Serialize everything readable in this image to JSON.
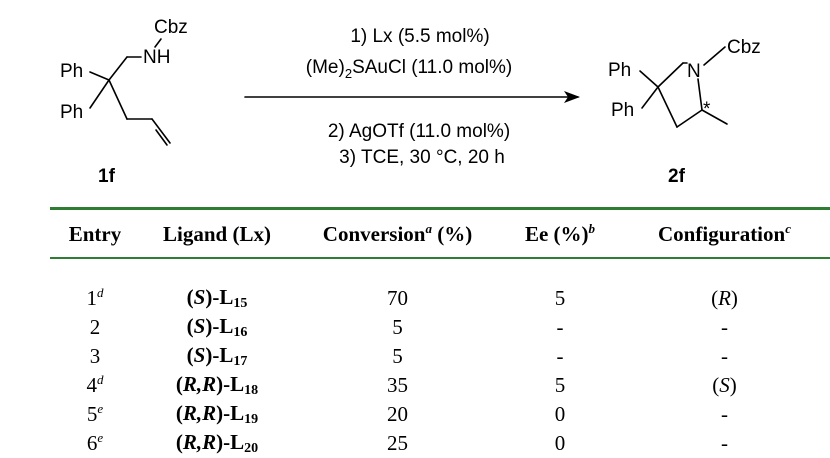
{
  "scheme": {
    "reactant": {
      "protecting_group": "Cbz",
      "amine": "NH",
      "phenyl_1": "Ph",
      "phenyl_2": "Ph",
      "label": "1f"
    },
    "conditions_above": [
      "1) Lx (5.5 mol%)",
      "(Me)",
      "2",
      "SAuCl  (11.0 mol%)"
    ],
    "conditions_below": [
      "2) AgOTf (11.0 mol%)",
      "3) TCE, 30 °C, 20 h"
    ],
    "product": {
      "nitrogen": "N",
      "protecting_group": "Cbz",
      "phenyl_1": "Ph",
      "phenyl_2": "Ph",
      "stereo_mark": "*",
      "label": "2f"
    }
  },
  "table": {
    "headers": {
      "entry": "Entry",
      "ligand": "Ligand (Lx)",
      "conversion": "Conversion",
      "conversion_mark": "a",
      "conversion_unit": " (%)",
      "ee": "Ee (%)",
      "ee_mark": "b",
      "configuration": "Configuration",
      "configuration_mark": "c"
    },
    "rows": [
      {
        "entry": "1",
        "note": "d",
        "lig_a": "(",
        "lig_b": "S",
        "lig_c": ")-L",
        "lig_sub": "15",
        "conversion": "70",
        "ee": "5",
        "cfg_a": "(",
        "cfg_b": "R",
        "cfg_c": ")"
      },
      {
        "entry": "2",
        "note": "",
        "lig_a": "(",
        "lig_b": "S",
        "lig_c": ")-L",
        "lig_sub": "16",
        "conversion": "5",
        "ee": "-",
        "cfg_a": "",
        "cfg_b": "-",
        "cfg_c": ""
      },
      {
        "entry": "3",
        "note": "",
        "lig_a": "(",
        "lig_b": "S",
        "lig_c": ")-L",
        "lig_sub": "17",
        "conversion": "5",
        "ee": "-",
        "cfg_a": "",
        "cfg_b": "-",
        "cfg_c": ""
      },
      {
        "entry": "4",
        "note": "d",
        "lig_a": "(",
        "lig_b": "R,R",
        "lig_c": ")-L",
        "lig_sub": "18",
        "conversion": "35",
        "ee": "5",
        "cfg_a": "(",
        "cfg_b": "S",
        "cfg_c": ")"
      },
      {
        "entry": "5",
        "note": "e",
        "lig_a": "(",
        "lig_b": "R,R",
        "lig_c": ")-L",
        "lig_sub": "19",
        "conversion": "20",
        "ee": "0",
        "cfg_a": "",
        "cfg_b": "-",
        "cfg_c": ""
      },
      {
        "entry": "6",
        "note": "e",
        "lig_a": "(",
        "lig_b": "R,R",
        "lig_c": ")-L",
        "lig_sub": "20",
        "conversion": "25",
        "ee": "0",
        "cfg_a": "",
        "cfg_b": "-",
        "cfg_c": ""
      }
    ]
  },
  "colors": {
    "rule": "#2e7d32",
    "text": "#000000"
  }
}
